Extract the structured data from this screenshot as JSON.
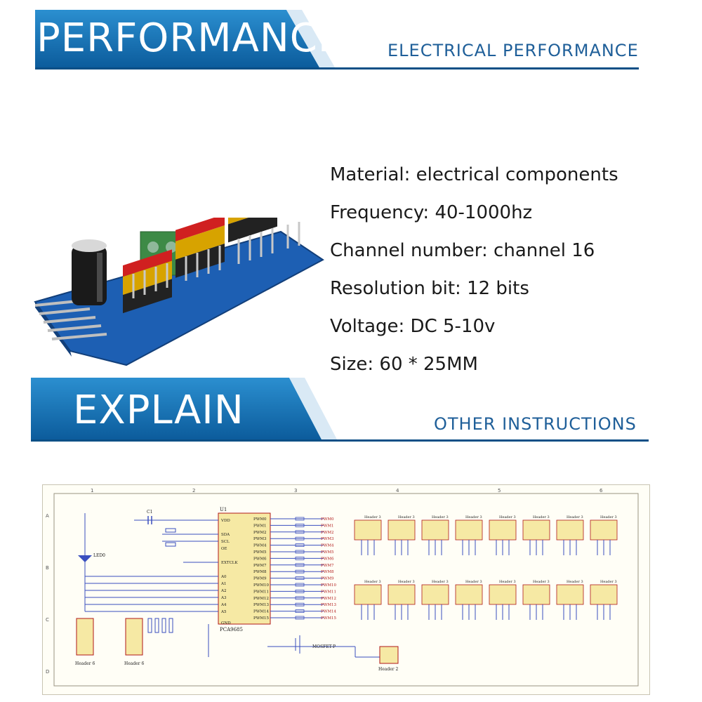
{
  "performance": {
    "title": "PERFORMANCE",
    "subtitle": "ELECTRICAL PERFORMANCE"
  },
  "specs": [
    "Material: electrical components",
    "Frequency: 40-1000hz",
    "Channel number: channel 16",
    "Resolution bit: 12 bits",
    "Voltage: DC 5-10v",
    "Size: 60 * 25MM"
  ],
  "explain": {
    "title": "EXPLAIN",
    "subtitle": "OTHER INSTRUCTIONS"
  },
  "schematic": {
    "col_labels": [
      "1",
      "2",
      "3",
      "4",
      "5",
      "6"
    ],
    "row_labels": [
      "A",
      "B",
      "C",
      "D"
    ],
    "ic_label": "U1",
    "ic_name": "PCA9685",
    "ic_left_pins": [
      "VDD",
      "SDA",
      "SCL",
      "OE",
      "EXTCLK",
      "A0",
      "A1",
      "A2",
      "A3",
      "A4",
      "A5",
      "GND"
    ],
    "ic_right_pins": [
      "PWM0",
      "PWM1",
      "PWM2",
      "PWM3",
      "PWM4",
      "PWM5",
      "PWM6",
      "PWM7",
      "PWM8",
      "PWM9",
      "PWM10",
      "PWM11",
      "PWM12",
      "PWM13",
      "PWM14",
      "PWM15"
    ],
    "header_labels": [
      "Header 3",
      "Header 6",
      "Header 2"
    ],
    "mosfet_label": "MOSFET-P",
    "led_label": "LED0",
    "cap_label": "C1"
  },
  "colors": {
    "banner_blue": "#1473b6",
    "banner_dark": "#0c4f86",
    "subtitle_blue": "#1f5f99",
    "pcb_blue": "#1d5fb3",
    "terminal_green": "#3d8a46",
    "schematic_bg": "#fffef6",
    "schematic_line": "#3a4fbf",
    "schematic_pin": "#b01818",
    "header_yellow": "#f6e9a4"
  }
}
